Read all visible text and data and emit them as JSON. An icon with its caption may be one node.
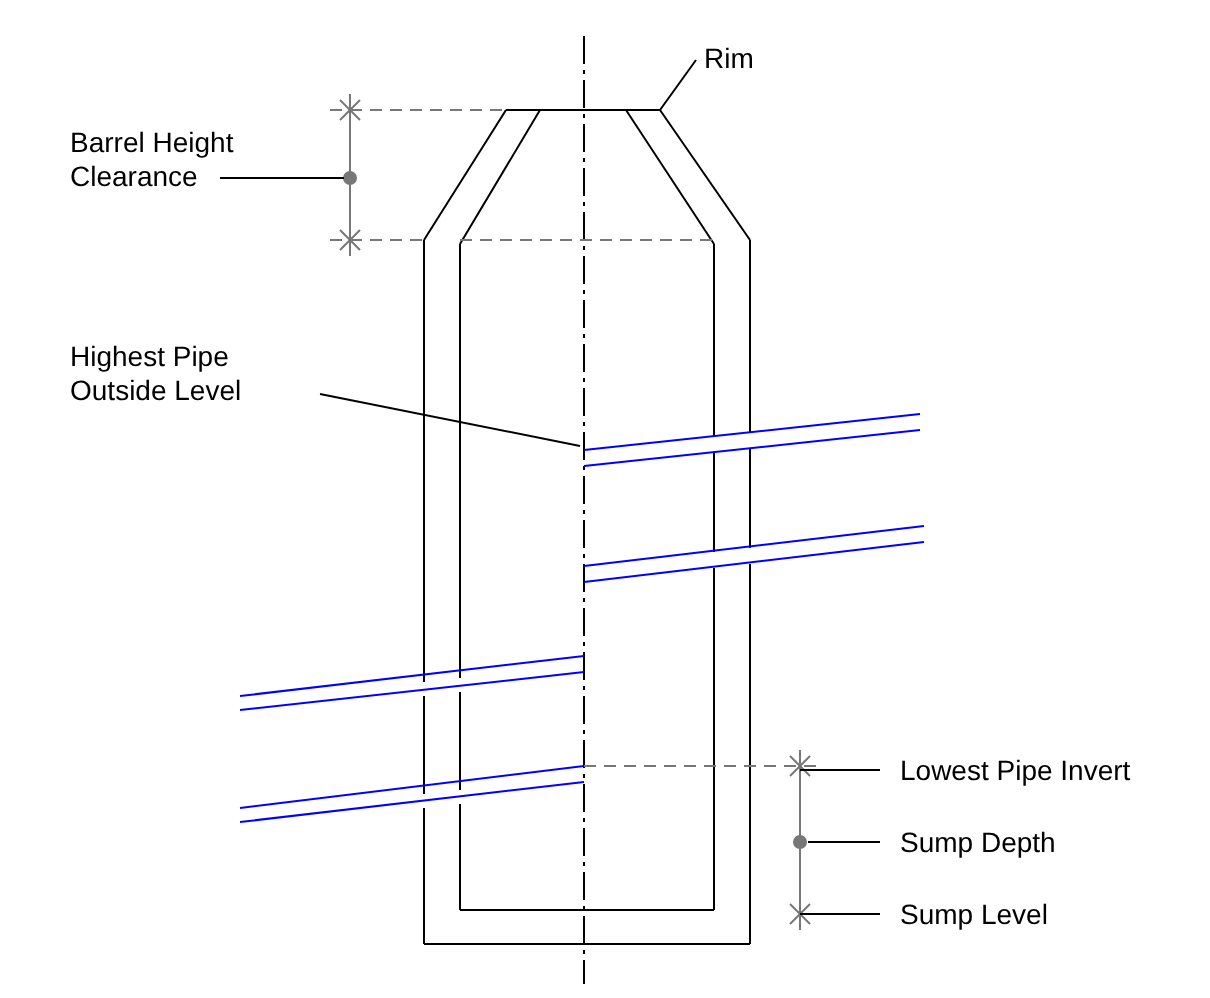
{
  "diagram": {
    "nodes": [
      {
        "text": [
          "Rim"
        ]
      },
      {
        "text": [
          "Barrel Height Clearance"
        ]
      },
      {
        "text": [
          "Highest Pipe Outside Level"
        ]
      },
      {
        "text": [
          "Lowest Pipe Invert"
        ]
      },
      {
        "text": [
          "Sump Depth"
        ]
      },
      {
        "text": [
          "Sump Level"
        ]
      }
    ],
    "edges": [
      {
        "from": 0,
        "to": null,
        "arrow": "none"
      },
      {
        "from": 1,
        "to": null,
        "arrow": "none"
      },
      {
        "from": 2,
        "to": null,
        "arrow": "none"
      },
      {
        "from": 3,
        "to": null,
        "arrow": "none"
      },
      {
        "from": 4,
        "to": null,
        "arrow": "none"
      },
      {
        "from": 5,
        "to": null,
        "arrow": "none"
      }
    ]
  }
}
